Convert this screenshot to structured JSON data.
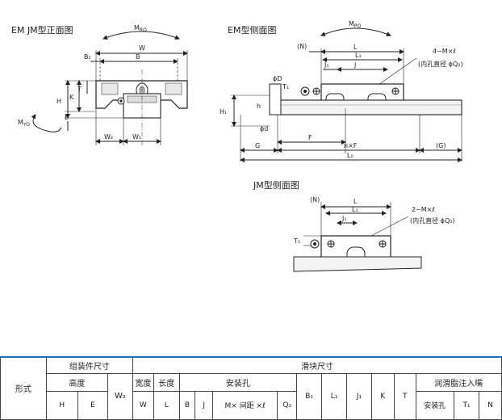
{
  "drawing": {
    "front_title": "EM  JM型正面图",
    "em_side_title": "EM型侧面图",
    "jm_side_title": "JM型侧面图",
    "labels": {
      "mro": "M",
      "mro_sub": "RO",
      "mpo": "M",
      "mpo_sub": "PO",
      "myo": "M",
      "myo_sub": "YO",
      "w": "W",
      "b": "B",
      "b1": "B₁",
      "t": "T",
      "h": "H",
      "k": "K",
      "e": "E",
      "w2": "W₂",
      "w1": "W₁",
      "n": "(N)",
      "l": "L",
      "l1": "L₁",
      "j": "J",
      "j1": "J₁",
      "phi_d_upper": "ϕD",
      "phi_d_lower": "ϕd",
      "t1": "T₁",
      "h1": "H₁",
      "h_small": "h",
      "f": "F",
      "g": "G",
      "nxf": "n×F",
      "g_paren": "(G)",
      "l0": "L₀",
      "em_hole": "4−M×ℓ",
      "em_hole_note": "(内孔直径 ϕQ₂)",
      "jm_n": "(N)",
      "jm_l": "L",
      "jm_l1": "L₁",
      "jm_j1": "J₁",
      "jm_t1": "T₁",
      "jm_hole": "2−M×ℓ",
      "jm_hole_note": "(内孔直径 ϕQ₂)"
    }
  },
  "table": {
    "form": "形式",
    "assembly": "组装件尺寸",
    "height": "高度",
    "slider": "滑块尺寸",
    "width": "宽度",
    "length": "长度",
    "mount_hole": "安装孔",
    "grease": "润滑脂注入嘴",
    "cols": [
      "H",
      "E",
      "W₂",
      "W",
      "L",
      "B",
      "J",
      "M× 间距 ×ℓ",
      "Q₂",
      "B₁",
      "L₁",
      "J₁",
      "K",
      "T",
      "安装孔",
      "T₁",
      "N"
    ]
  }
}
